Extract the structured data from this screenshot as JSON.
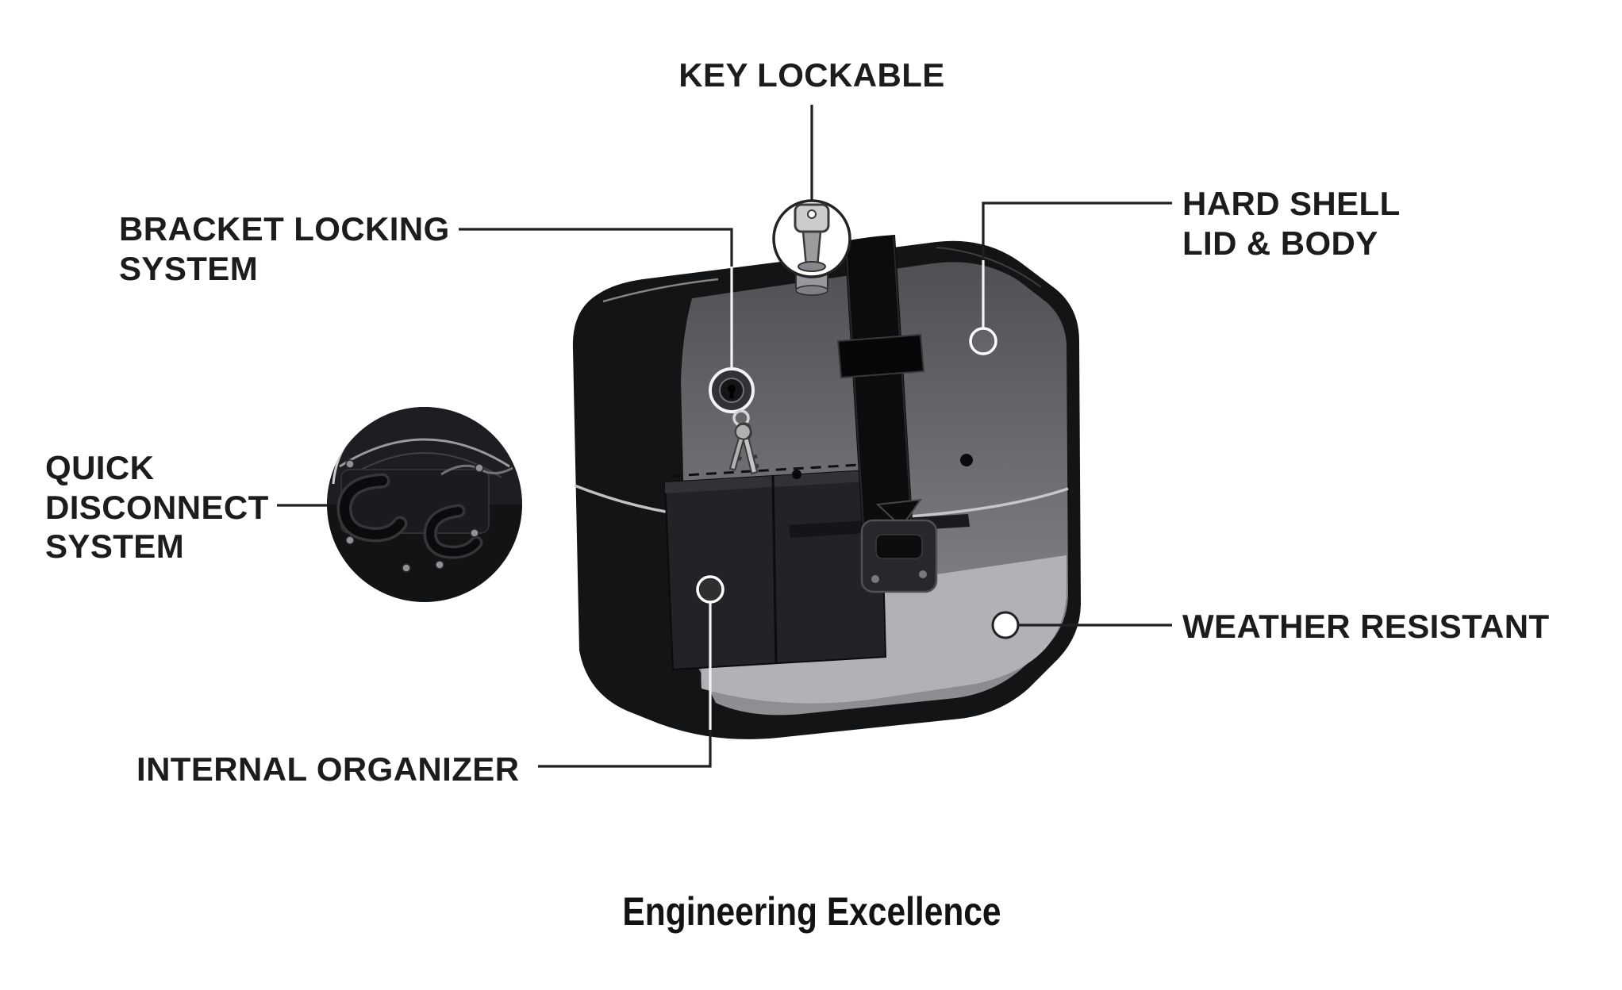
{
  "page": {
    "background": "#ffffff",
    "ink_color": "#1f2023",
    "title": "Engineering Excellence"
  },
  "callouts": {
    "key_lockable": {
      "label": "KEY LOCKABLE"
    },
    "bracket_locking": {
      "line1": "BRACKET LOCKING",
      "line2": "SYSTEM"
    },
    "hard_shell": {
      "line1": "HARD SHELL",
      "line2": "LID & BODY"
    },
    "quick_disconnect": {
      "line1": "QUICK",
      "line2": "DISCONNECT",
      "line3": "SYSTEM"
    },
    "weather_resistant": {
      "label": "WEATHER RESISTANT"
    },
    "internal_organizer": {
      "label": "INTERNAL ORGANIZER"
    }
  },
  "illustration": {
    "subject": "hard shell motorcycle saddlebag",
    "colors": {
      "shell_black": "#131416",
      "lid_gray": "#6b6d70",
      "floor_gray": "#b0b2b5",
      "seam_gray": "#c9cbcd"
    },
    "icons": {
      "top_lock": "key-cylinder-icon",
      "inner_lock": "lock-with-keys-icon",
      "inset": "quick-disconnect-bracket-icon"
    }
  }
}
